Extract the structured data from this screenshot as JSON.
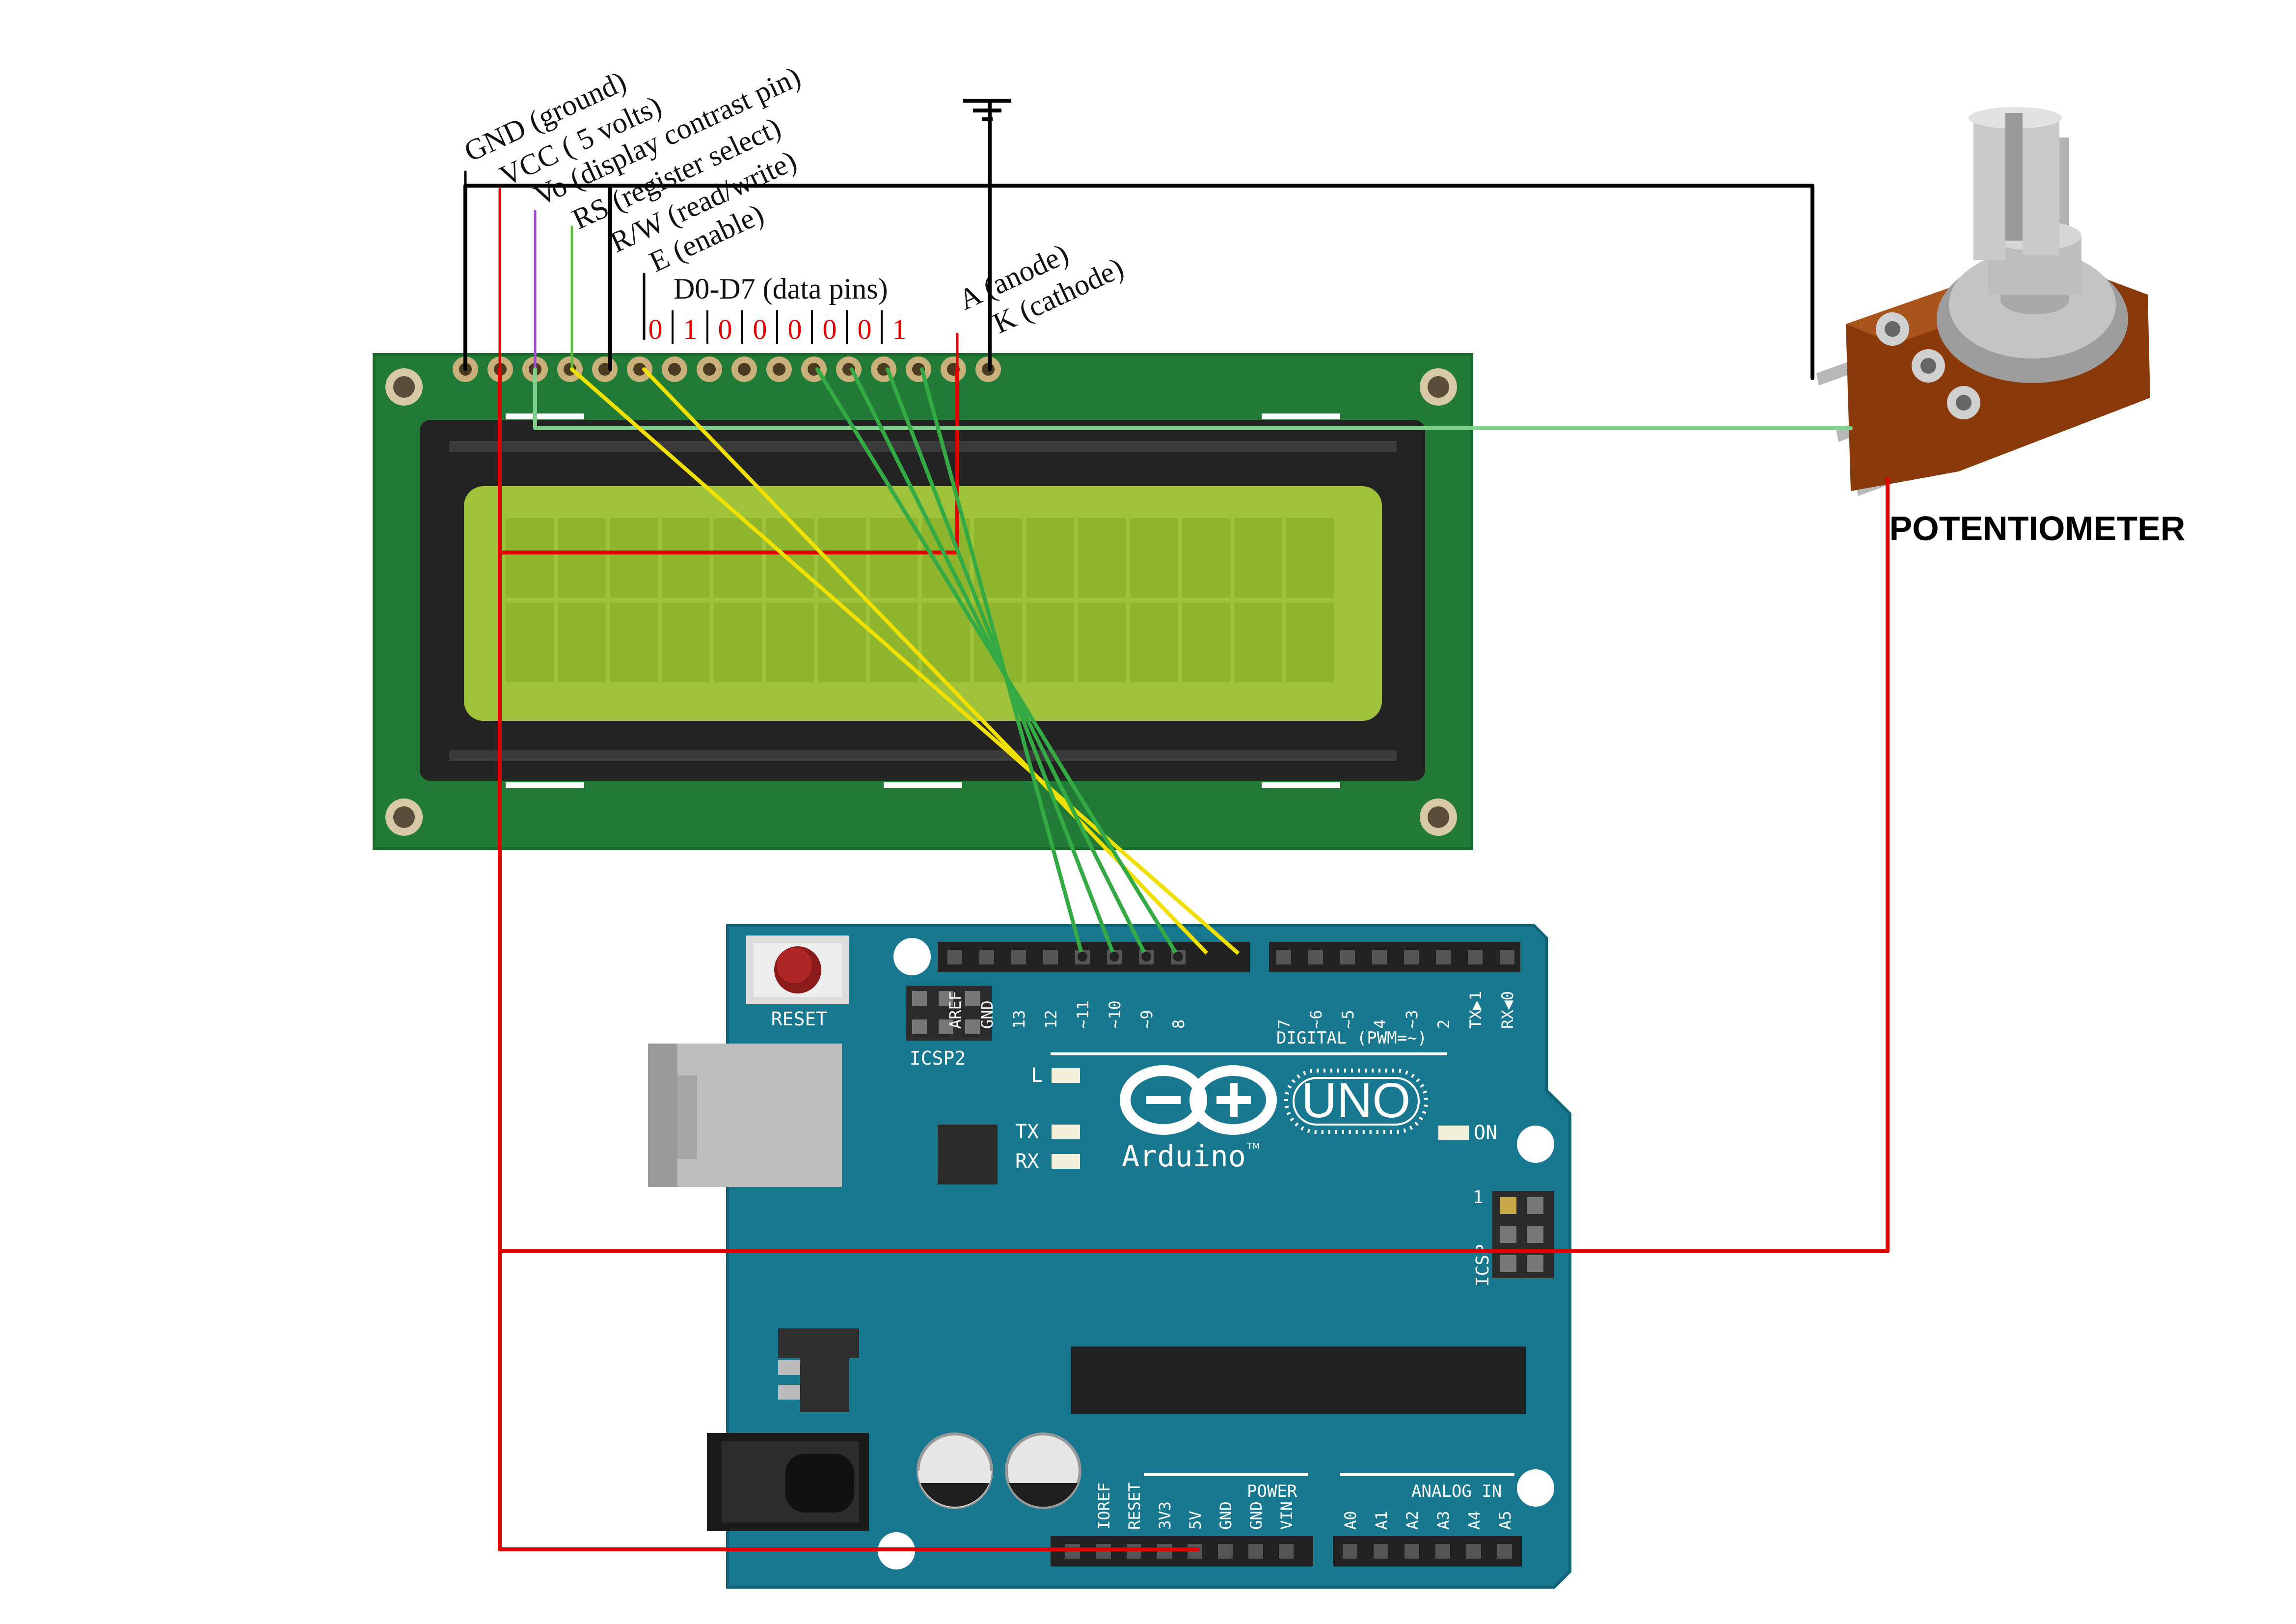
{
  "lcd": {
    "pin_labels": {
      "gnd": "GND (ground)",
      "vcc": "VCC ( 5 volts)",
      "vo": "Vo (display contrast pin)",
      "rs": "RS (register select)",
      "rw": "R/W (read/write)",
      "e": "E (enable)",
      "data": "D0-D7 (data pins)",
      "anode": "A (anode)",
      "cathode": "K (cathode)"
    },
    "data_bits": [
      "0",
      "1",
      "0",
      "0",
      "0",
      "0",
      "0",
      "1"
    ]
  },
  "potentiometer": {
    "label": "POTENTIOMETER"
  },
  "arduino": {
    "reset_label": "RESET",
    "icsp2_label": "ICSP2",
    "icsp_label": "ICSP",
    "icsp_pin1": "1",
    "digital_label": "DIGITAL (PWM=~)",
    "digital_pins": [
      "AREF",
      "GND",
      "13",
      "12",
      "~11",
      "~10",
      "~9",
      "8",
      "7",
      "~6",
      "~5",
      "4",
      "~3",
      "2",
      "TX▶1",
      "RX◀0"
    ],
    "led_l": "L",
    "led_tx": "TX",
    "led_rx": "RX",
    "led_on": "ON",
    "brand": "Arduino",
    "tm": "TM",
    "model": "UNO",
    "power_label": "POWER",
    "analog_label": "ANALOG IN",
    "power_pins": [
      "IOREF",
      "RESET",
      "3V3",
      "5V",
      "GND",
      "GND",
      "VIN"
    ],
    "analog_pins": [
      "A0",
      "A1",
      "A2",
      "A3",
      "A4",
      "A5"
    ]
  },
  "colors": {
    "wire_ground": "#000000",
    "wire_power": "#e00000",
    "wire_contrast": "#7fd08a",
    "wire_control": "#f0e000",
    "wire_data": "#33aa44",
    "lcd_pcb": "#217a35",
    "lcd_screen": "#9ec23a",
    "arduino_board": "#17788f"
  }
}
